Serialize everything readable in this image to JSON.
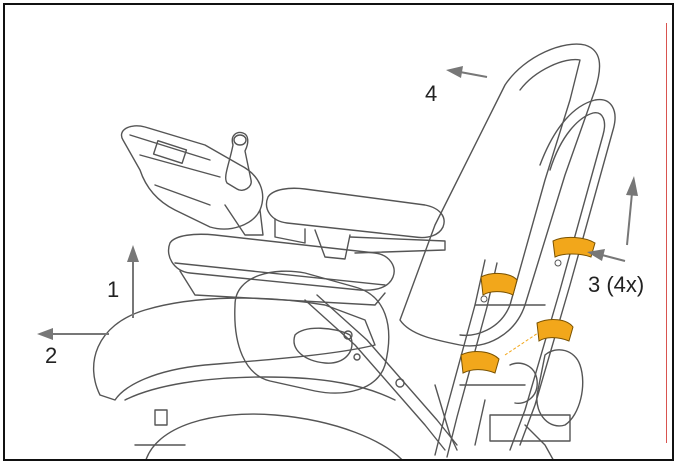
{
  "labels": {
    "step_1": "1",
    "step_2": "2",
    "step_3": "3 (4x)",
    "step_4": "4"
  },
  "colors": {
    "line": "#444444",
    "light_line": "#8a8a8a",
    "arrow": "#777777",
    "clamp": "#f2a71b",
    "border": "#111111",
    "accent_line": "#d9534f"
  },
  "icons": [
    "arrow-up-icon",
    "arrow-left-icon",
    "joystick-icon",
    "clamp-icon"
  ]
}
